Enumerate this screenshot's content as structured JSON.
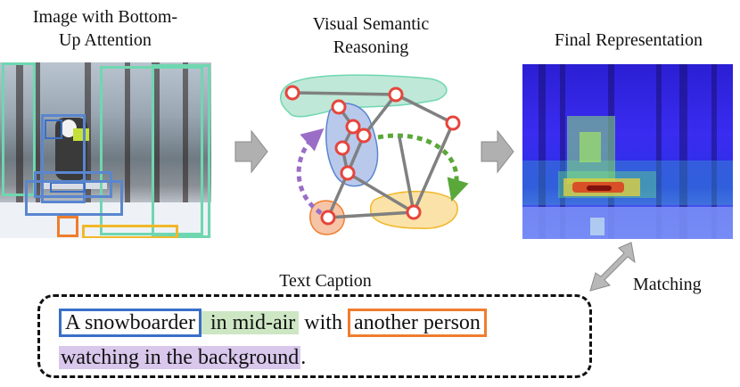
{
  "titles": {
    "left": [
      "Image with Bottom-",
      "Up Attention"
    ],
    "middle": [
      "Visual Semantic",
      "Reasoning"
    ],
    "right": "Final Representation",
    "caption": "Text Caption",
    "matching": "Matching"
  },
  "caption": {
    "seg1": "A  snowboarder",
    "seg2": " in  mid-air",
    "seg3": " with ",
    "seg4": "another  person",
    "seg5": "watching in the background",
    "seg6": "."
  },
  "colors": {
    "blue": "#3a6fc8",
    "green": "#cde6c4",
    "orange": "#ef7d2e",
    "purple": "#d9c7ec",
    "teal_region": "#bfe8d8",
    "node": "#e6453c",
    "edge": "#808080",
    "gray_arrow": "#b0b0b0"
  },
  "icons": [
    "gray-right-arrow",
    "double-arrow",
    "dashed-curved-arrow"
  ]
}
